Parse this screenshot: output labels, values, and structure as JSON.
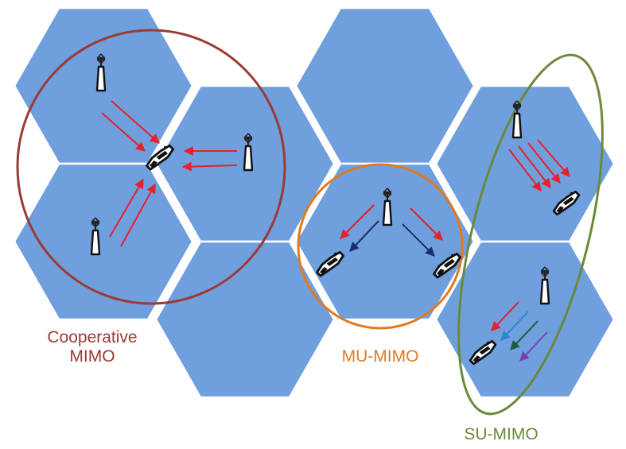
{
  "labels": {
    "cooperative_line1": "Cooperative",
    "cooperative_line2": "MIMO",
    "mu_mimo": "MU-MIMO",
    "su_mimo": "SU-MIMO"
  },
  "colors": {
    "cell_fill": "#6f9fdd",
    "cell_stroke": "#ffffff",
    "cooperative": "#9b3a35",
    "mu_mimo": "#e07a22",
    "su_mimo": "#6a8a3a",
    "arrow_red": "#e8202a",
    "arrow_navy": "#1a2f6e",
    "arrow_blue": "#2f86c8",
    "arrow_green": "#1f5a36",
    "arrow_purple": "#7a3fb0"
  },
  "icons": {
    "base_station": "antenna-tower-icon",
    "user_device": "mobile-phone-icon"
  }
}
